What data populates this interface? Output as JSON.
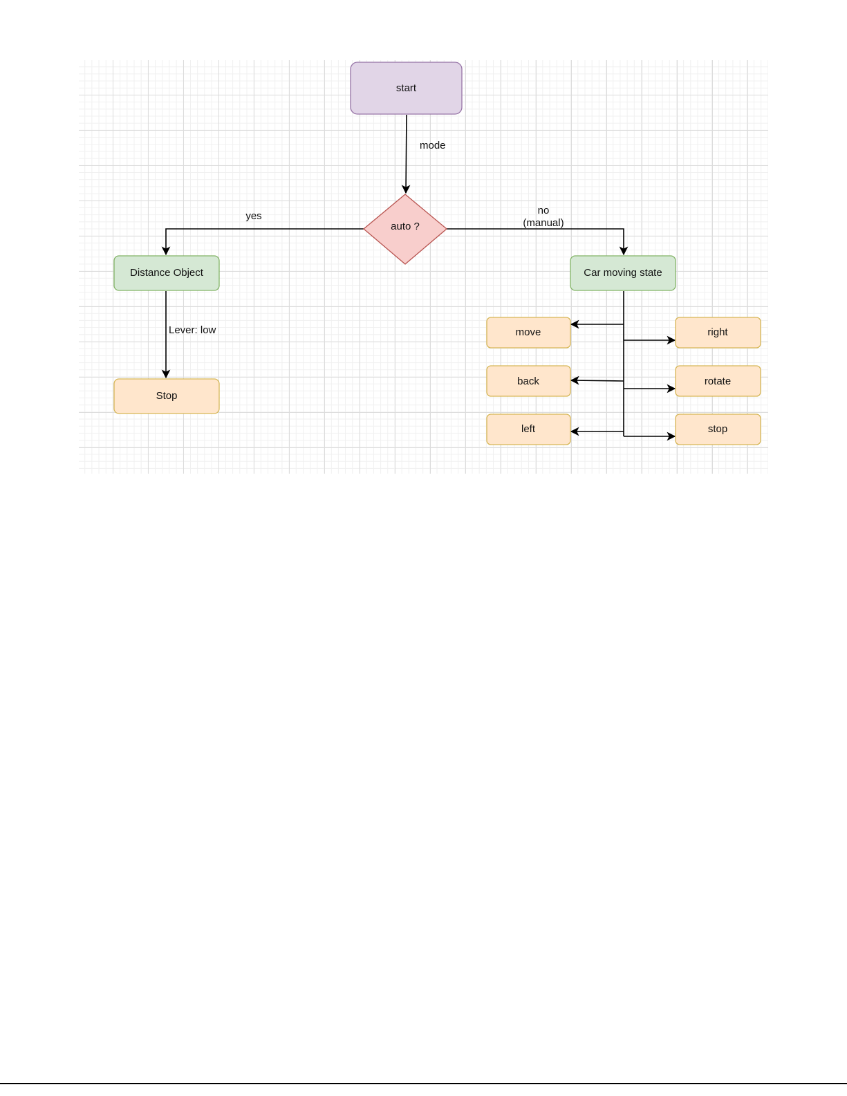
{
  "nodes": {
    "start": "start",
    "decision": "auto ?",
    "distance_object": "Distance Object",
    "stop_left": "Stop",
    "car_moving_state": "Car moving state",
    "move": "move",
    "back": "back",
    "left": "left",
    "right": "right",
    "rotate": "rotate",
    "stop_right": "stop"
  },
  "edge_labels": {
    "mode": "mode",
    "yes": "yes",
    "no_line1": "no",
    "no_line2": "(manual)",
    "lever": "Lever: low"
  },
  "colors": {
    "start_fill": "#e1d5e7",
    "start_stroke": "#9673a6",
    "decision_fill": "#f8cecc",
    "decision_stroke": "#b85450",
    "green_fill": "#d5e8d4",
    "green_stroke": "#82b366",
    "orange_fill": "#ffe6cc",
    "orange_stroke": "#d6b656"
  }
}
